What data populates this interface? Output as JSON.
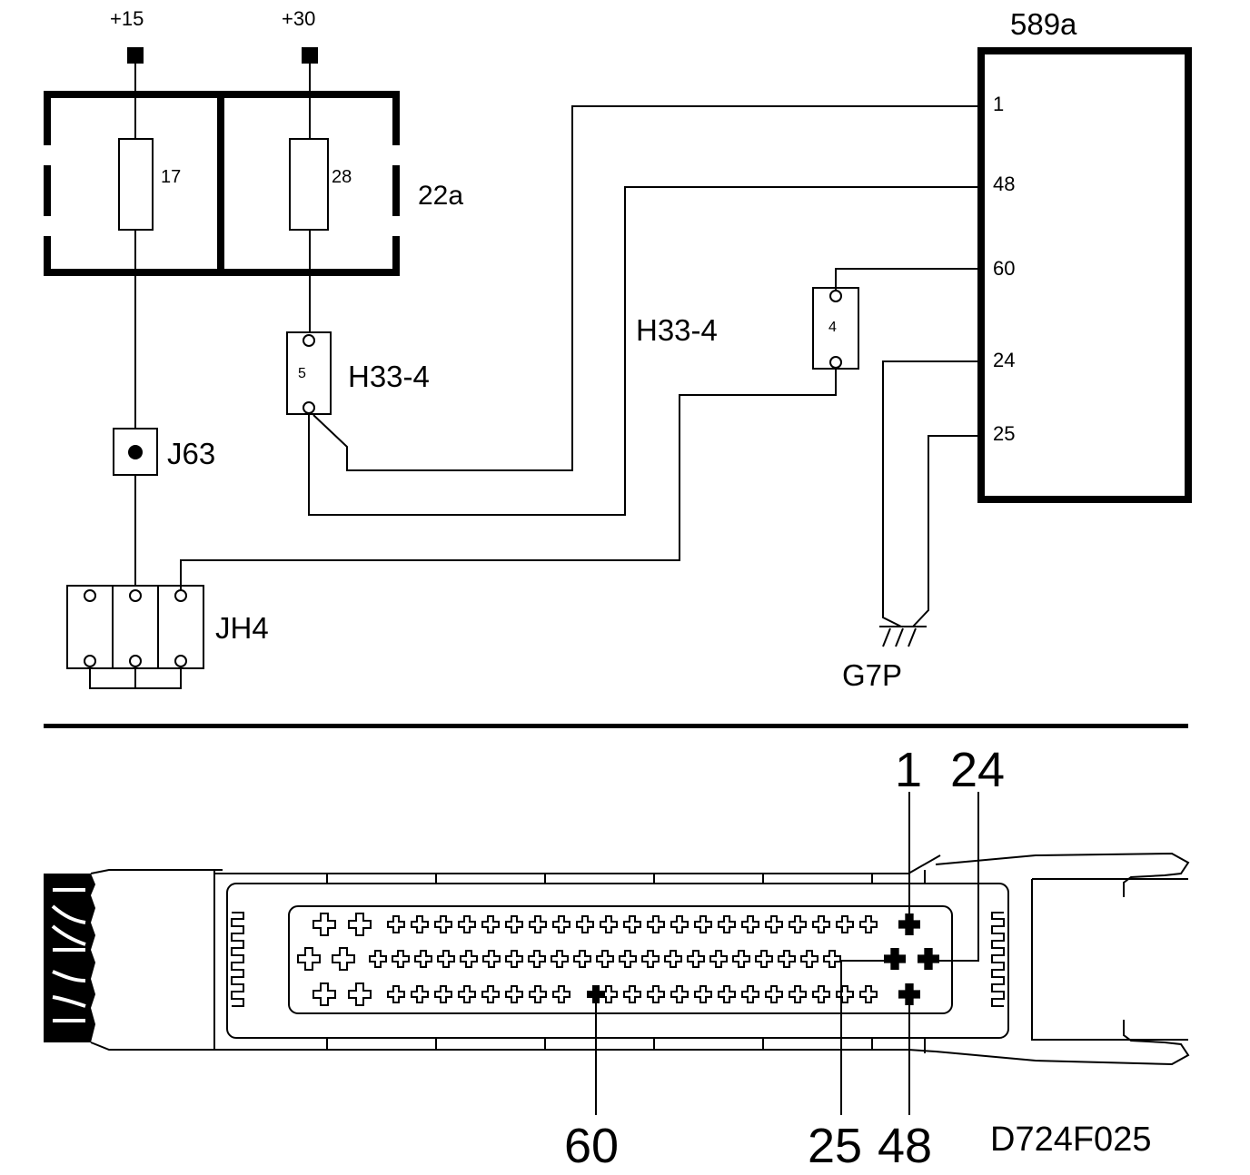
{
  "supply": {
    "plus15": "+15",
    "plus30": "+30"
  },
  "fusebox": {
    "label": "22a",
    "fuse1": "17",
    "fuse2": "28"
  },
  "connector_h33_4": {
    "label_left": "H33-4",
    "label_mid": "H33-4",
    "pin5": "5",
    "pin4": "4"
  },
  "junction_j63": {
    "label": "J63"
  },
  "junction_jh4": {
    "label": "JH4"
  },
  "ground": {
    "label": "G7P"
  },
  "ecu": {
    "label": "589a",
    "pins": [
      "1",
      "48",
      "60",
      "24",
      "25"
    ]
  },
  "connector_view": {
    "callouts": {
      "p1": "1",
      "p24": "24",
      "p60": "60",
      "p25": "25",
      "p48": "48"
    },
    "figure_code": "D724F025"
  }
}
